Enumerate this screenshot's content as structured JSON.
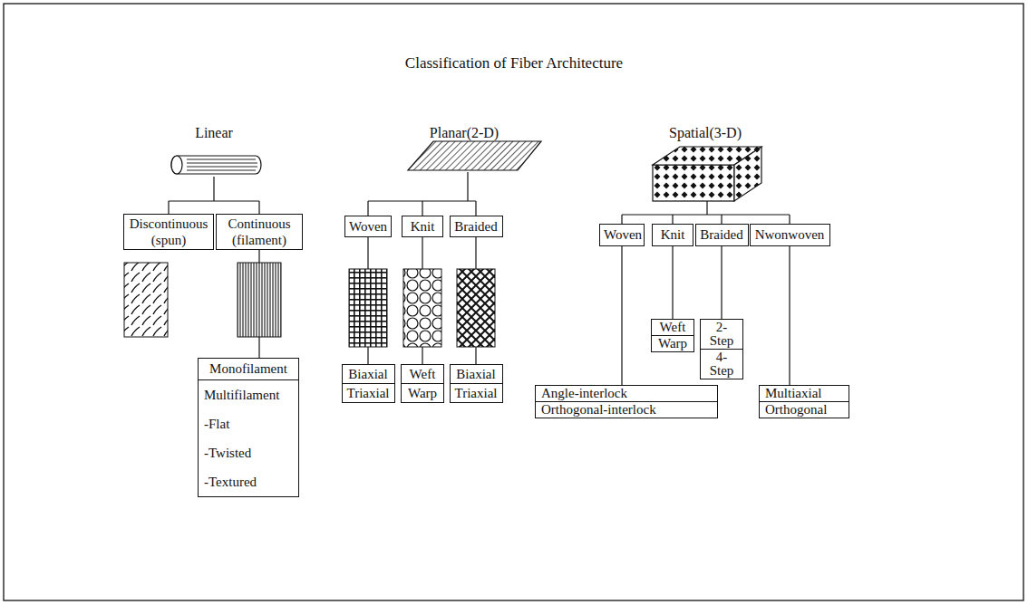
{
  "diagram": {
    "title": "Classification of Fiber Architecture",
    "nodes": [
      {
        "text": [
          "Discontinuous (spun)"
        ]
      },
      {
        "text": [
          "Continuous (filament)"
        ]
      },
      {
        "text": [
          "Woven"
        ]
      },
      {
        "text": [
          "Knit"
        ]
      },
      {
        "text": [
          "Braided"
        ]
      },
      {
        "text": [
          "Woven"
        ]
      },
      {
        "text": [
          "Knit"
        ]
      },
      {
        "text": [
          "Braided"
        ]
      },
      {
        "text": [
          "Nwonwoven"
        ]
      },
      {
        "text": [
          "Monofilament",
          "Multifilament",
          "-Flat",
          "-Twisted",
          "-Textured"
        ]
      },
      {
        "text": [
          "Biaxial",
          "Triaxial"
        ]
      },
      {
        "text": [
          "Weft",
          "Warp"
        ]
      },
      {
        "text": [
          "Biaxial",
          "Triaxial"
        ]
      },
      {
        "text": [
          "Angle-interlock",
          "Orthogonal-interlock"
        ]
      },
      {
        "text": [
          "Weft",
          "Warp"
        ]
      },
      {
        "text": [
          "2-Step",
          "4-Step"
        ]
      },
      {
        "text": [
          "Multiaxial",
          "Orthogonal"
        ]
      }
    ],
    "edges": [
      {
        "from": 1,
        "to": 9,
        "arrow": "none"
      },
      {
        "from": 2,
        "to": 10,
        "arrow": "none"
      },
      {
        "from": 3,
        "to": 11,
        "arrow": "none"
      },
      {
        "from": 4,
        "to": 12,
        "arrow": "none"
      },
      {
        "from": 5,
        "to": 13,
        "arrow": "none"
      },
      {
        "from": 6,
        "to": 14,
        "arrow": "none"
      },
      {
        "from": 7,
        "to": 15,
        "arrow": "none"
      },
      {
        "from": 8,
        "to": 16,
        "arrow": "none"
      }
    ],
    "labels": [
      "Linear",
      "Planar(2-D)",
      "Spatial(3-D)"
    ]
  }
}
